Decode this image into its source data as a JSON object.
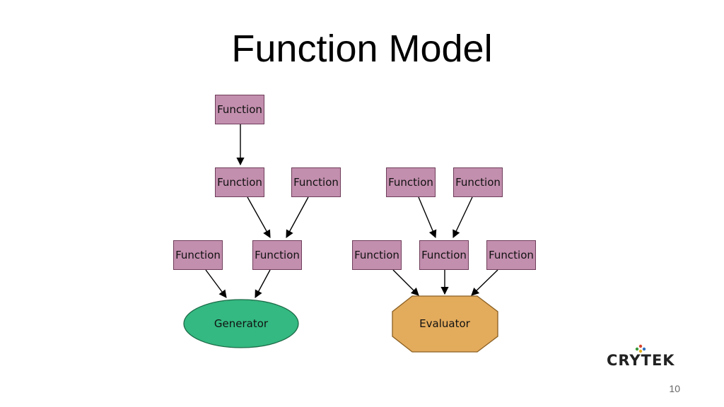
{
  "slide": {
    "title": "Function Model",
    "page_number": "10"
  },
  "diagram": {
    "nodes": {
      "f1": "Function",
      "f2": "Function",
      "f3": "Function",
      "f4": "Function",
      "f5": "Function",
      "g1": "Function",
      "g2": "Function",
      "g3": "Function",
      "g4": "Function",
      "g5": "Function",
      "generator": "Generator",
      "evaluator": "Evaluator"
    },
    "colors": {
      "function_fill": "#c38fae",
      "generator_fill": "#33b981",
      "evaluator_fill": "#e3ab5c"
    }
  },
  "logo": {
    "text": "CRYTEK",
    "name": "crytek-logo"
  }
}
